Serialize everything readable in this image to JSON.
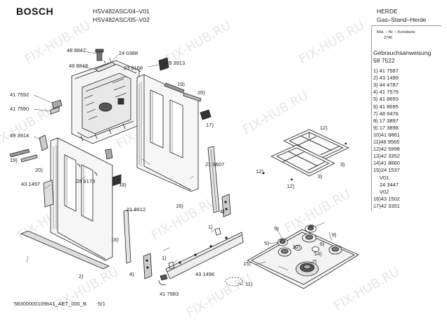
{
  "header": {
    "brand": "BOSCH",
    "model_line_1": "HSV482ASC/04–V01",
    "model_line_2": "HSV482ASC/05–V02",
    "category_1": "HERDE",
    "category_2": "Gas–Stand–Herde"
  },
  "info": {
    "mat_nr_label": "Mat. – Nr. – Konstante",
    "mat_nr_value": "3740",
    "manual_label": "Gebrauchsanweisung",
    "manual_value": "58 7522"
  },
  "parts_list": [
    "1) 41 7587",
    "2) 43 1499",
    "3) 44 4787",
    "4) 41 7579",
    "5) 41 8693",
    "6) 41 8695",
    "7) 48 9476",
    "8) 17 3897",
    "9) 17 3898",
    "10)41 8861",
    "11)48 9565",
    "12)42 5998",
    "13)42 3352",
    "14)41 8860",
    "15)24 1537",
    "V01",
    "24 3447",
    "V02",
    "16)43 1502",
    "17)42 3351"
  ],
  "diagram_labels": {
    "p488847": "48 8847",
    "p488848": "48 8848",
    "p240388": "24 0388",
    "p239168": "23 9168",
    "p493913": "49 3913",
    "p417592": "41 7592",
    "p417590": "41 7590",
    "p493914": "49 3914",
    "p431497": "43 1497",
    "p239173": "23 9173",
    "p219607": "21 9607",
    "p219612": "21 9612",
    "p431496": "43 1496",
    "p417583": "41 7583",
    "c19a": "19)",
    "c20a": "20)",
    "c17": "17)",
    "c19b": "19)",
    "c20b": "20)",
    "c13": "13)",
    "c16a": "16)",
    "c16b": "16)",
    "c4a": "4)",
    "c4b": "4)",
    "c1a": "1)",
    "c1b": "1)",
    "c2": "2)",
    "c12a": "12)",
    "c12b": "12)",
    "c12c": "12)",
    "c3a": "3)",
    "c3b": "3)",
    "c5a": "5)",
    "c5b": "5)",
    "c8": "8)",
    "c9": "9)",
    "c6": "6)",
    "c10": "10)",
    "c14": "14)",
    "c7": "7)",
    "c15": "15)",
    "c11": "11)"
  },
  "footer": {
    "doc_id": "58300000109641_AET_000_B",
    "page": "-5/1"
  },
  "watermark": {
    "text": "FIX-HUB.RU"
  }
}
